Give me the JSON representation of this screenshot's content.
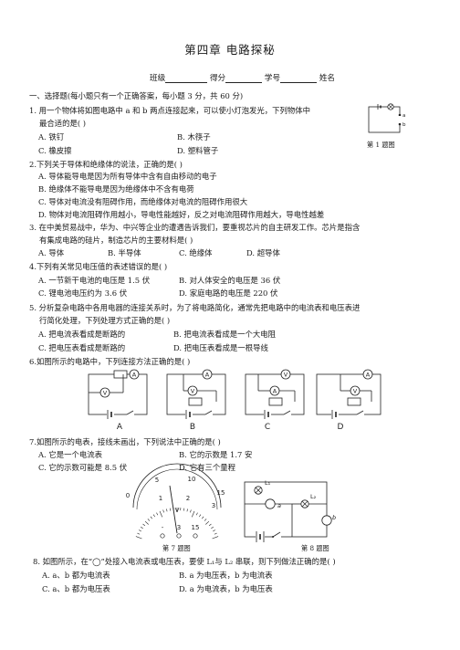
{
  "title": "第四章  电路探秘",
  "info": {
    "class_label": "班级",
    "score_label": "得分",
    "id_label": "学号",
    "name_label": "姓名"
  },
  "section1": "一、选择题(每小题只有一个正确答案，每小题 3 分，共 60 分)",
  "q1": {
    "line1": "1.  用一个物体将如图电路中 a  和 b 两点连接起来，可以使小灯泡发光，下列物体中",
    "line2": "最合适的是(    )",
    "A": "A.  铁钉",
    "B": "B.  木筷子",
    "C": "C.  橡皮擦",
    "D": "D.  塑料管子",
    "caption": "第 1 题图",
    "label_a": "a",
    "label_b": "b"
  },
  "q2": {
    "stem": "2.下列关于导体和绝缘体的说法，正确的是(    )",
    "A": "A.  导体能导电是因为所有导体中含有自由移动的电子",
    "B": "B.  绝缘体不能导电是因为绝缘体中不含有电荷",
    "C": "C.  导体对电流没有阻碍作用，而绝缘体对电流的阻碍作用很大",
    "D": "D.  物体对电流阻碍作用越小，导电性能越好，反之对电流阻碍作用越大，导电性越差"
  },
  "q3": {
    "line1": "3.  在中美贸易战中，华为、中兴等企业的遭遇告诉我们，要重视芯片的自主研发工作。芯片是指含",
    "line2": "有集成电路的硅片，制造芯片的主要材料是(    )",
    "A": "A.  导体",
    "B": "B.  半导体",
    "C": "C.  绝缘体",
    "D": "D.  超导体"
  },
  "q4": {
    "stem": "4.下列有关常见电压值的表述错误的是(    )",
    "A": "A.  一节新干电池的电压是 1.5 伏",
    "B": "B.  对人体安全的电压是 36 伏",
    "C": "C.      锂电池电压约为 3.6 伏",
    "D": "D.  家庭电路的电压是 220 伏"
  },
  "q5": {
    "line1": "5.  分析复杂电路中各用电器的连接关系时，为了将电路简化，通常先把电路中的电流表和电压表进",
    "line2": "行简化处理，下列处理方式正确的是(    )",
    "A": "A.  把电流表看成是断路的",
    "B": "B.  把电流表看成是一个大电阻",
    "C": "C.  把电压表看成是断路的",
    "D": "D.  把电压表看成是一根导线"
  },
  "q6": {
    "stem": "6.如图所示的电路中，下列连接方法正确的是(    )",
    "labels": [
      "A",
      "B",
      "C",
      "D"
    ],
    "ammeter": "A",
    "voltmeter": "V"
  },
  "q7": {
    "stem": "7.如图所示的电表，接线未画出，下列说法中正确的是(    )",
    "A": "A.  它是一个电流表",
    "B": "B.  它的示数是 1.7 安",
    "C": "C.  它的示数可能是 8.5 伏",
    "D": "D.  它有三个量程",
    "scale_top": [
      "5",
      "10",
      "15"
    ],
    "scale_bottom": [
      "0",
      "1",
      "2",
      "3"
    ],
    "unit": "V",
    "terminals": [
      "-",
      "3",
      "15"
    ],
    "caption": "第 7 题图"
  },
  "q8": {
    "stem": "8.  如图所示，在“◯”处接入电流表或电压表，要使 L₁与 L₂ 串联，则下列做法正确的是(    )",
    "A": "A.  a、b 都为电流表",
    "B": "B.  a 为电压表，b 为电流表",
    "C": "C.  a、b 都为电压表",
    "D": "D.  a 为电流表，b 为电压表",
    "L1": "L₁",
    "L2": "L₂",
    "meter_a": "a",
    "meter_b": "b",
    "caption": "第 8 题图"
  }
}
